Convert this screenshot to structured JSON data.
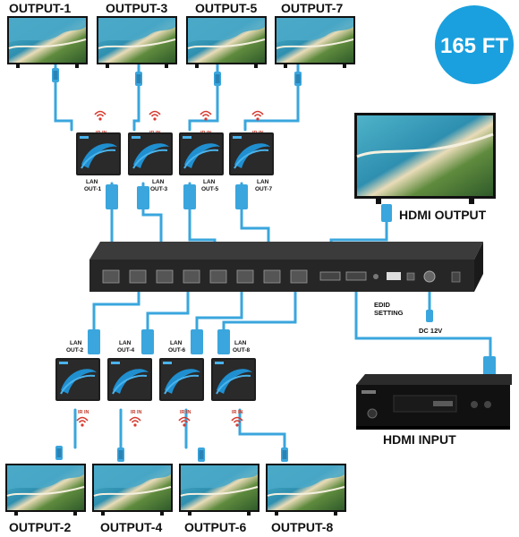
{
  "badge": {
    "text": "165 FT",
    "color": "#1aa0de"
  },
  "outputs_top": [
    "OUTPUT-1",
    "OUTPUT-3",
    "OUTPUT-5",
    "OUTPUT-7"
  ],
  "outputs_bottom": [
    "OUTPUT-2",
    "OUTPUT-4",
    "OUTPUT-6",
    "OUTPUT-8"
  ],
  "receivers_top": [
    {
      "lan1": "LAN",
      "lan2": "OUT-1",
      "ir": "IR IN"
    },
    {
      "lan1": "LAN",
      "lan2": "OUT-3",
      "ir": "IR IN"
    },
    {
      "lan1": "LAN",
      "lan2": "OUT-5",
      "ir": "IR IN"
    },
    {
      "lan1": "LAN",
      "lan2": "OUT-7",
      "ir": "IR IN"
    }
  ],
  "receivers_bottom": [
    {
      "lan1": "LAN",
      "lan2": "OUT-2",
      "ir": "IR IN"
    },
    {
      "lan1": "LAN",
      "lan2": "OUT-4",
      "ir": "IR IN"
    },
    {
      "lan1": "LAN",
      "lan2": "OUT-6",
      "ir": "IR IN"
    },
    {
      "lan1": "LAN",
      "lan2": "OUT-8",
      "ir": "IR IN"
    }
  ],
  "hdmi_output_label": "HDMI OUTPUT",
  "hdmi_input_label": "HDMI INPUT",
  "edid_label_1": "EDID",
  "edid_label_2": "SETTING",
  "dc_label": "DC 12V",
  "cable_color": "#3aa6dd",
  "ir_color": "#d63a2f"
}
